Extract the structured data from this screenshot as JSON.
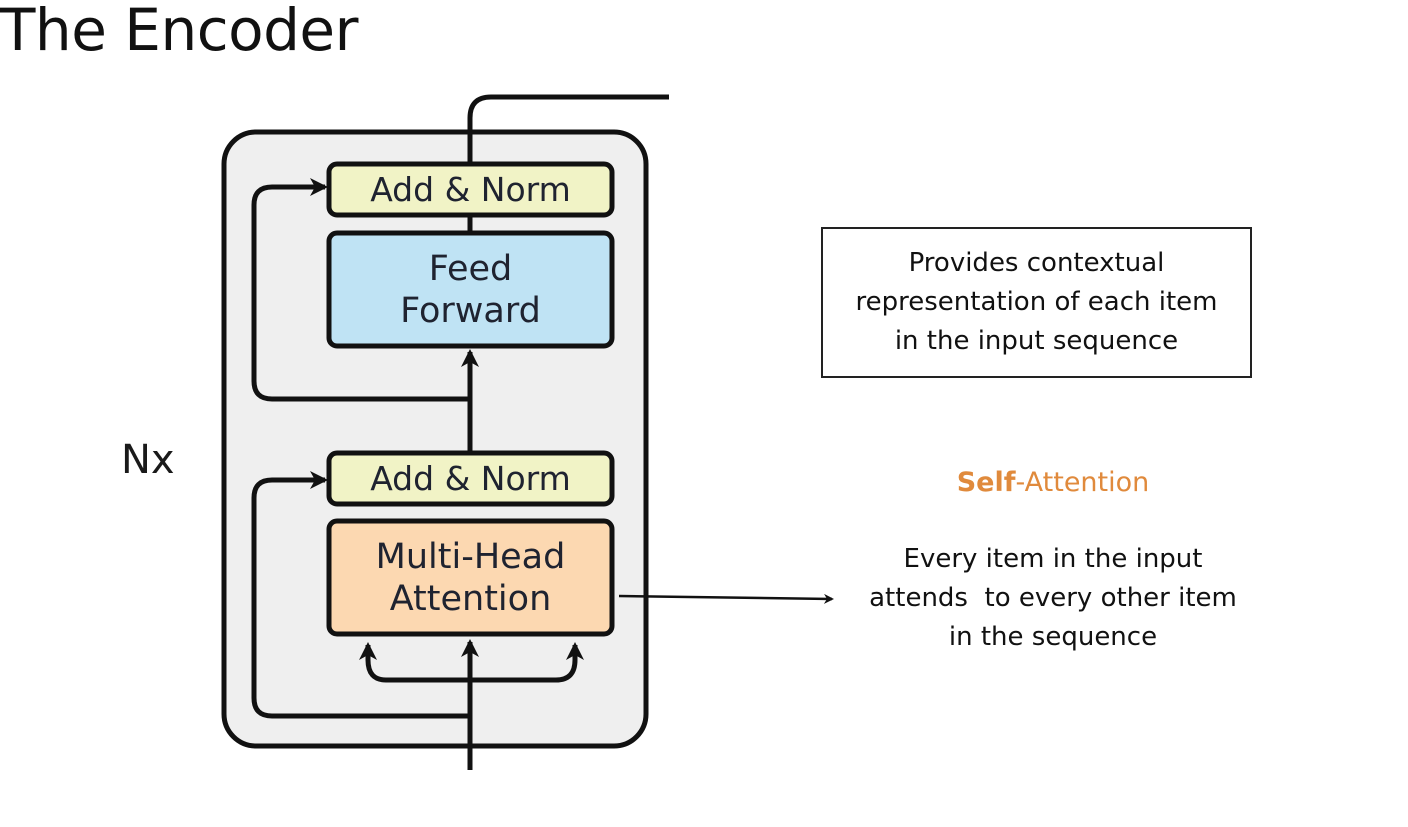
{
  "title": "The Encoder",
  "diagram": {
    "repeat_label": "Nx",
    "add_norm_top": "Add & Norm",
    "feed_forward": "Feed\nForward",
    "add_norm_bottom": "Add & Norm",
    "multi_head_attention": "Multi-Head\nAttention",
    "colors": {
      "add_norm": "#f1f3c6",
      "feed_forward": "#bfe3f4",
      "multi_head_attention": "#fcd8b1",
      "container": "#efefef",
      "self_accent": "#e08a3c"
    }
  },
  "description": {
    "line1": "Provides contextual",
    "line2": "representation of each item",
    "line3": "in the input sequence"
  },
  "self_attention": {
    "title_bold": "Self",
    "title_rest": "-Attention",
    "line1": "Every item in the input",
    "line2": "attends  to every other item",
    "line3": "in the sequence"
  }
}
